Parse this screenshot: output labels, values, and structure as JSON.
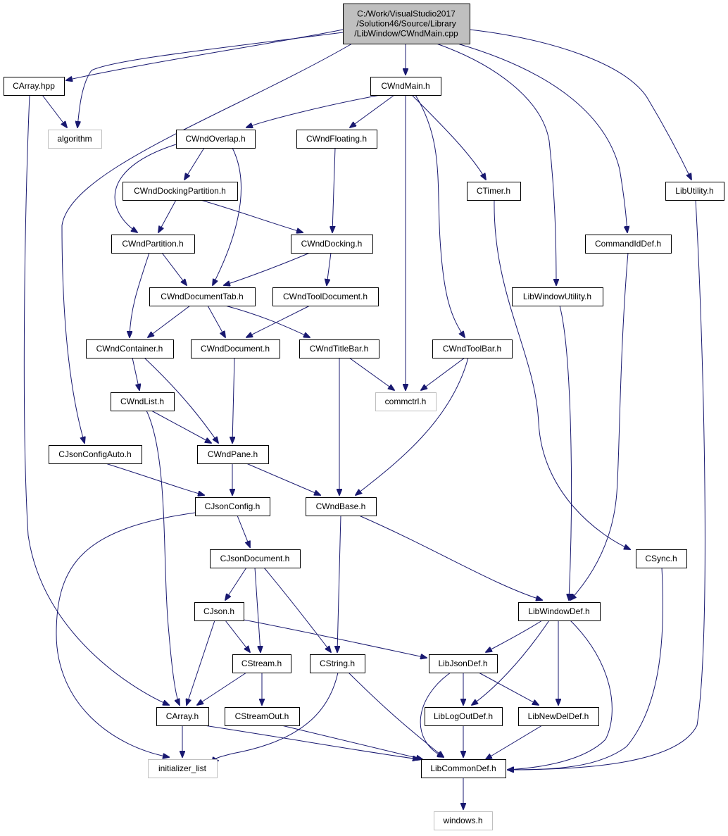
{
  "diagram": {
    "nodes": [
      {
        "id": "root",
        "lines": [
          "C:/Work/VisualStudio2017",
          "/Solution46/Source/Library",
          "/LibWindow/CWndMain.cpp"
        ],
        "kind": "root"
      },
      {
        "id": "carray_hpp",
        "lines": [
          "CArray.hpp"
        ]
      },
      {
        "id": "algorithm",
        "lines": [
          "algorithm"
        ],
        "kind": "ext"
      },
      {
        "id": "cwndmain_h",
        "lines": [
          "CWndMain.h"
        ]
      },
      {
        "id": "cwndoverlap_h",
        "lines": [
          "CWndOverlap.h"
        ]
      },
      {
        "id": "cwndfloating_h",
        "lines": [
          "CWndFloating.h"
        ]
      },
      {
        "id": "cwnddockingpartition_h",
        "lines": [
          "CWndDockingPartition.h"
        ]
      },
      {
        "id": "ctimer_h",
        "lines": [
          "CTimer.h"
        ]
      },
      {
        "id": "libutility_h",
        "lines": [
          "LibUtility.h"
        ]
      },
      {
        "id": "cwndpartition_h",
        "lines": [
          "CWndPartition.h"
        ]
      },
      {
        "id": "cwnddocking_h",
        "lines": [
          "CWndDocking.h"
        ]
      },
      {
        "id": "commandiddef_h",
        "lines": [
          "CommandIdDef.h"
        ]
      },
      {
        "id": "cwnddocumenttab_h",
        "lines": [
          "CWndDocumentTab.h"
        ]
      },
      {
        "id": "cwndtooldocument_h",
        "lines": [
          "CWndToolDocument.h"
        ]
      },
      {
        "id": "libwindowutility_h",
        "lines": [
          "LibWindowUtility.h"
        ]
      },
      {
        "id": "cwndcontainer_h",
        "lines": [
          "CWndContainer.h"
        ]
      },
      {
        "id": "cwnddocument_h",
        "lines": [
          "CWndDocument.h"
        ]
      },
      {
        "id": "cwndtitlebar_h",
        "lines": [
          "CWndTitleBar.h"
        ]
      },
      {
        "id": "cwndtoolbar_h",
        "lines": [
          "CWndToolBar.h"
        ]
      },
      {
        "id": "cwndlist_h",
        "lines": [
          "CWndList.h"
        ]
      },
      {
        "id": "commctrl_h",
        "lines": [
          "commctrl.h"
        ],
        "kind": "ext"
      },
      {
        "id": "cjsonconfigauto_h",
        "lines": [
          "CJsonConfigAuto.h"
        ]
      },
      {
        "id": "cwndpane_h",
        "lines": [
          "CWndPane.h"
        ]
      },
      {
        "id": "cjsonconfig_h",
        "lines": [
          "CJsonConfig.h"
        ]
      },
      {
        "id": "cwndbase_h",
        "lines": [
          "CWndBase.h"
        ]
      },
      {
        "id": "cjsondocument_h",
        "lines": [
          "CJsonDocument.h"
        ]
      },
      {
        "id": "csync_h",
        "lines": [
          "CSync.h"
        ]
      },
      {
        "id": "cjson_h",
        "lines": [
          "CJson.h"
        ]
      },
      {
        "id": "libwindowdef_h",
        "lines": [
          "LibWindowDef.h"
        ]
      },
      {
        "id": "cstream_h",
        "lines": [
          "CStream.h"
        ]
      },
      {
        "id": "cstring_h",
        "lines": [
          "CString.h"
        ]
      },
      {
        "id": "libjsondef_h",
        "lines": [
          "LibJsonDef.h"
        ]
      },
      {
        "id": "carray_h",
        "lines": [
          "CArray.h"
        ]
      },
      {
        "id": "cstreamout_h",
        "lines": [
          "CStreamOut.h"
        ]
      },
      {
        "id": "liblogoutdef_h",
        "lines": [
          "LibLogOutDef.h"
        ]
      },
      {
        "id": "libnewdeldef_h",
        "lines": [
          "LibNewDelDef.h"
        ]
      },
      {
        "id": "initializer_list",
        "lines": [
          "initializer_list"
        ],
        "kind": "ext"
      },
      {
        "id": "libcommondef_h",
        "lines": [
          "LibCommonDef.h"
        ]
      },
      {
        "id": "windows_h",
        "lines": [
          "windows.h"
        ],
        "kind": "ext"
      }
    ],
    "edges": [
      [
        "root",
        "carray_hpp"
      ],
      [
        "root",
        "algorithm"
      ],
      [
        "root",
        "cwndmain_h"
      ],
      [
        "root",
        "cjsonconfigauto_h"
      ],
      [
        "root",
        "libwindowutility_h"
      ],
      [
        "root",
        "commandiddef_h"
      ],
      [
        "root",
        "libutility_h"
      ],
      [
        "carray_hpp",
        "algorithm"
      ],
      [
        "carray_hpp",
        "carray_h"
      ],
      [
        "cwndmain_h",
        "cwndoverlap_h"
      ],
      [
        "cwndmain_h",
        "cwndfloating_h"
      ],
      [
        "cwndmain_h",
        "commctrl_h"
      ],
      [
        "cwndmain_h",
        "ctimer_h"
      ],
      [
        "cwndmain_h",
        "cwndtoolbar_h"
      ],
      [
        "cwndoverlap_h",
        "cwnddockingpartition_h"
      ],
      [
        "cwndoverlap_h",
        "cwndpartition_h"
      ],
      [
        "cwndoverlap_h",
        "cwnddocumenttab_h"
      ],
      [
        "cwndfloating_h",
        "cwnddocking_h"
      ],
      [
        "cwnddockingpartition_h",
        "cwndpartition_h"
      ],
      [
        "cwnddockingpartition_h",
        "cwnddocking_h"
      ],
      [
        "ctimer_h",
        "csync_h"
      ],
      [
        "libutility_h",
        "libcommondef_h"
      ],
      [
        "cwndpartition_h",
        "cwnddocumenttab_h"
      ],
      [
        "cwndpartition_h",
        "cwndcontainer_h"
      ],
      [
        "cwnddocking_h",
        "cwnddocumenttab_h"
      ],
      [
        "cwnddocking_h",
        "cwndtooldocument_h"
      ],
      [
        "commandiddef_h",
        "libwindowdef_h"
      ],
      [
        "cwnddocumenttab_h",
        "cwndcontainer_h"
      ],
      [
        "cwnddocumenttab_h",
        "cwnddocument_h"
      ],
      [
        "cwnddocumenttab_h",
        "cwndtitlebar_h"
      ],
      [
        "cwndtooldocument_h",
        "cwnddocument_h"
      ],
      [
        "libwindowutility_h",
        "libwindowdef_h"
      ],
      [
        "cwndcontainer_h",
        "cwndlist_h"
      ],
      [
        "cwndcontainer_h",
        "cwndpane_h"
      ],
      [
        "cwnddocument_h",
        "cwndpane_h"
      ],
      [
        "cwndtitlebar_h",
        "commctrl_h"
      ],
      [
        "cwndtitlebar_h",
        "cwndbase_h"
      ],
      [
        "cwndtoolbar_h",
        "commctrl_h"
      ],
      [
        "cwndtoolbar_h",
        "cwndbase_h"
      ],
      [
        "cwndlist_h",
        "cwndpane_h"
      ],
      [
        "cwndlist_h",
        "carray_h"
      ],
      [
        "cjsonconfigauto_h",
        "cjsonconfig_h"
      ],
      [
        "cwndpane_h",
        "cjsonconfig_h"
      ],
      [
        "cwndpane_h",
        "cwndbase_h"
      ],
      [
        "cjsonconfig_h",
        "cjsondocument_h"
      ],
      [
        "cjsonconfig_h",
        "initializer_list"
      ],
      [
        "cwndbase_h",
        "cstring_h"
      ],
      [
        "cwndbase_h",
        "libwindowdef_h"
      ],
      [
        "cjsondocument_h",
        "cjson_h"
      ],
      [
        "cjsondocument_h",
        "cstream_h"
      ],
      [
        "cjsondocument_h",
        "cstring_h"
      ],
      [
        "csync_h",
        "libcommondef_h"
      ],
      [
        "cjson_h",
        "cstream_h"
      ],
      [
        "cjson_h",
        "carray_h"
      ],
      [
        "cjson_h",
        "libjsondef_h"
      ],
      [
        "libwindowdef_h",
        "libjsondef_h"
      ],
      [
        "libwindowdef_h",
        "liblogoutdef_h"
      ],
      [
        "libwindowdef_h",
        "libnewdeldef_h"
      ],
      [
        "libwindowdef_h",
        "libcommondef_h"
      ],
      [
        "cstream_h",
        "carray_h"
      ],
      [
        "cstream_h",
        "cstreamout_h"
      ],
      [
        "cstring_h",
        "initializer_list"
      ],
      [
        "cstring_h",
        "libcommondef_h"
      ],
      [
        "libjsondef_h",
        "liblogoutdef_h"
      ],
      [
        "libjsondef_h",
        "libnewdeldef_h"
      ],
      [
        "libjsondef_h",
        "libcommondef_h"
      ],
      [
        "carray_h",
        "initializer_list"
      ],
      [
        "carray_h",
        "libcommondef_h"
      ],
      [
        "cstreamout_h",
        "libcommondef_h"
      ],
      [
        "liblogoutdef_h",
        "libcommondef_h"
      ],
      [
        "libnewdeldef_h",
        "libcommondef_h"
      ],
      [
        "libcommondef_h",
        "windows_h"
      ]
    ]
  },
  "colors": {
    "edge": "#191970",
    "node_border": "#000000",
    "root_fill": "#bfbfbf",
    "external_border": "#bfbfbf"
  }
}
